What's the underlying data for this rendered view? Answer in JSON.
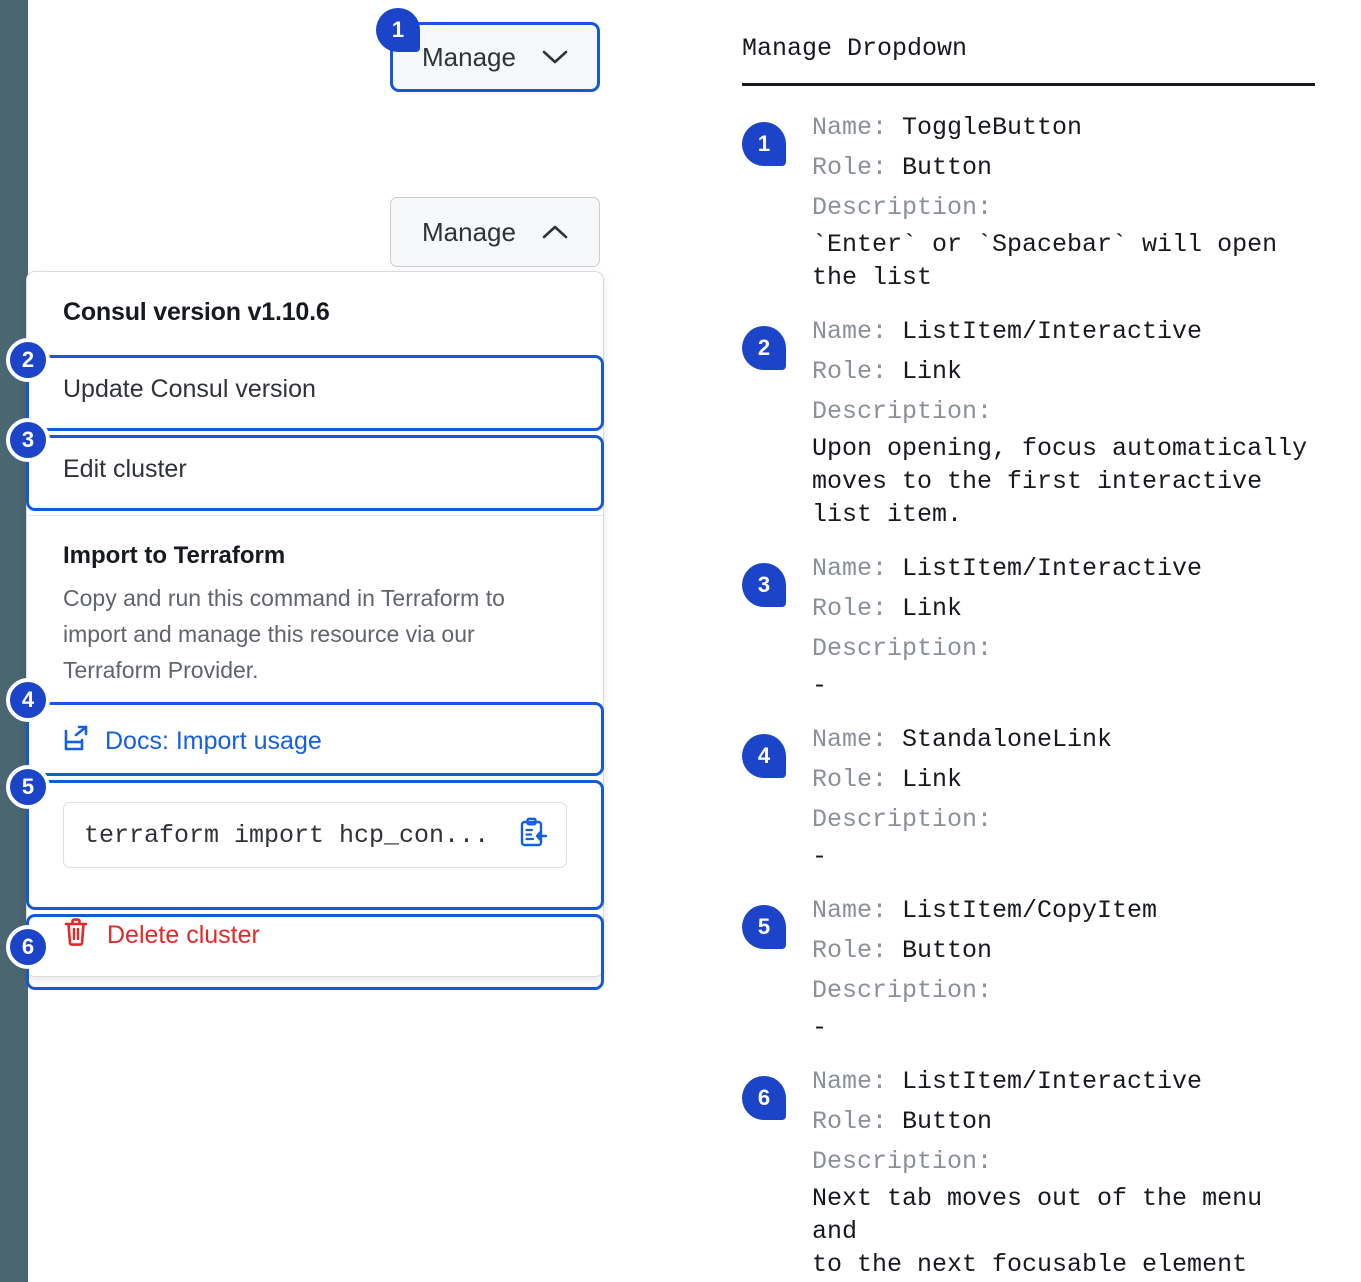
{
  "rail": {
    "color": "#4a6670"
  },
  "colors": {
    "accent_blue": "#1459d6",
    "badge_blue": "#1b44c8",
    "link_blue": "#1560e0",
    "danger_red": "#e02a2a"
  },
  "left": {
    "toggle_closed": {
      "label": "Manage",
      "icon": "chevron-down-icon"
    },
    "toggle_open": {
      "label": "Manage",
      "icon": "chevron-up-icon"
    },
    "dropdown": {
      "version_header": "Consul version v1.10.6",
      "items": [
        {
          "label": "Update Consul version"
        },
        {
          "label": "Edit cluster"
        }
      ],
      "terraform": {
        "title": "Import to Terraform",
        "description": "Copy and run this command in Terraform to import and manage this resource via our Terraform Provider.",
        "docs_link": "Docs: Import usage",
        "docs_icon": "external-doc-link-icon",
        "command": "terraform import hcp_con...",
        "copy_icon": "clipboard-copy-icon"
      },
      "delete": {
        "label": "Delete cluster",
        "icon": "trash-icon"
      }
    },
    "markers": [
      "1",
      "2",
      "3",
      "4",
      "5",
      "6"
    ]
  },
  "right": {
    "title": "Manage Dropdown",
    "labels": {
      "name": "Name:",
      "role": "Role:",
      "description": "Description:"
    },
    "entries": [
      {
        "marker": "1",
        "name": "ToggleButton",
        "role": "Button",
        "description": "`Enter` or `Spacebar` will open\nthe list"
      },
      {
        "marker": "2",
        "name": "ListItem/Interactive",
        "role": "Link",
        "description": "Upon opening, focus automatically\nmoves to the first interactive\nlist item."
      },
      {
        "marker": "3",
        "name": "ListItem/Interactive",
        "role": "Link",
        "description": "-"
      },
      {
        "marker": "4",
        "name": "StandaloneLink",
        "role": "Link",
        "description": "-"
      },
      {
        "marker": "5",
        "name": "ListItem/CopyItem",
        "role": "Button",
        "description": "-"
      },
      {
        "marker": "6",
        "name": "ListItem/Interactive",
        "role": "Button",
        "description": "Next tab moves out of the menu and\nto the next focusable element"
      }
    ]
  }
}
